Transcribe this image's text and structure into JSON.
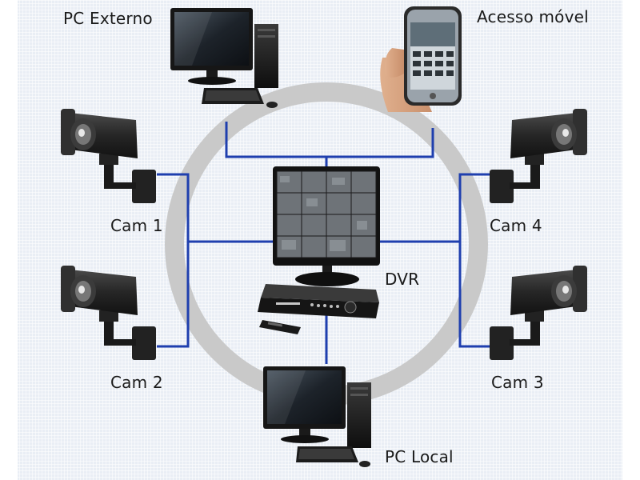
{
  "labels": {
    "pc_external": "PC Externo",
    "mobile": "Acesso móvel",
    "cam1": "Cam 1",
    "cam2": "Cam 2",
    "cam3": "Cam 3",
    "cam4": "Cam 4",
    "dvr": "DVR",
    "pc_local": "PC Local"
  },
  "colors": {
    "background": "#e9eef5",
    "ring": "#c9c9c9",
    "link": "#1f3fae",
    "device_dark": "#1b1b1b"
  }
}
